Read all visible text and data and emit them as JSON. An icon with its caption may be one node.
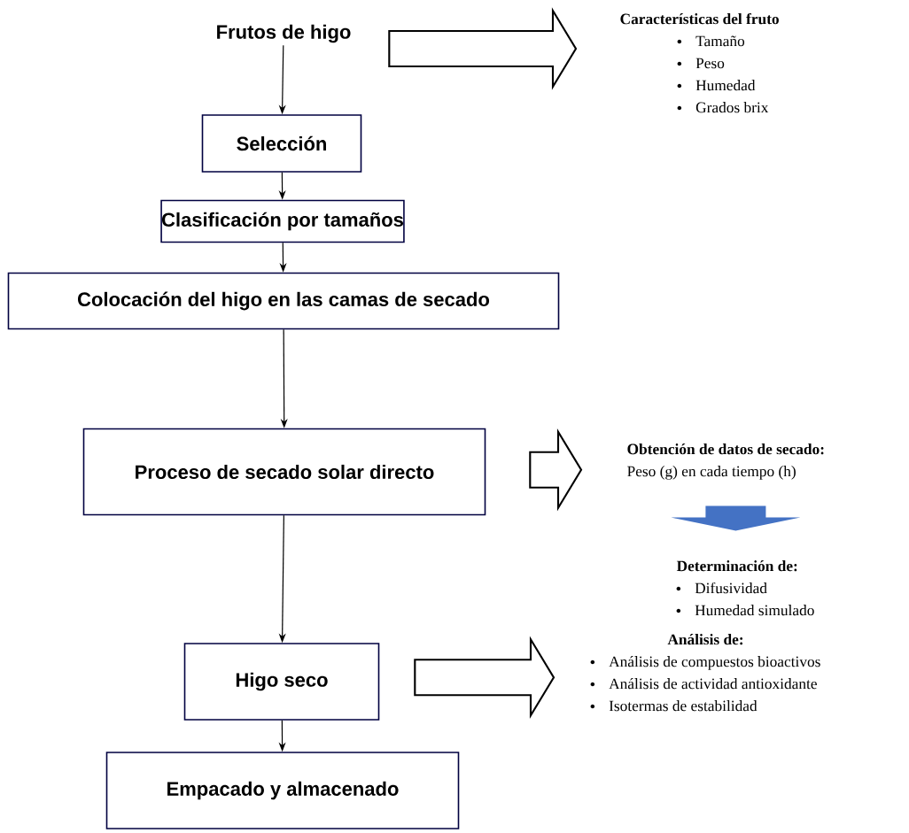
{
  "diagram": {
    "nodes": [
      {
        "text": [
          "Frutos de higo"
        ]
      },
      {
        "text": [
          "Selección"
        ]
      },
      {
        "text": [
          "Clasificación por tamaños"
        ]
      },
      {
        "text": [
          "Colocación del higo en las camas de secado"
        ]
      },
      {
        "text": [
          "Proceso de secado solar directo"
        ]
      },
      {
        "text": [
          "Higo seco"
        ]
      },
      {
        "text": [
          "Empacado y almacenado"
        ]
      },
      {
        "text": [
          "Características del fruto",
          "Tamaño",
          "Peso",
          "Humedad",
          "Grados brix"
        ]
      },
      {
        "text": [
          "Obtención de datos de secado:",
          "Peso (g) en cada tiempo (h)"
        ]
      },
      {
        "text": [
          "Determinación de:",
          "Difusividad",
          "Humedad simulado"
        ]
      },
      {
        "text": [
          "Análisis de:",
          "Análisis de compuestos bioactivos",
          "Análisis de actividad antioxidante",
          "Isotermas de estabilidad"
        ]
      }
    ],
    "edges": [
      {
        "from": 0,
        "to": 1,
        "arrow": "to"
      },
      {
        "from": 1,
        "to": 2,
        "arrow": "to"
      },
      {
        "from": 2,
        "to": 3,
        "arrow": "to"
      },
      {
        "from": 3,
        "to": 4,
        "arrow": "to"
      },
      {
        "from": 4,
        "to": 5,
        "arrow": "to"
      },
      {
        "from": 5,
        "to": 6,
        "arrow": "to"
      },
      {
        "from": 0,
        "to": 7,
        "arrow": "to"
      },
      {
        "from": 4,
        "to": 8,
        "arrow": "to"
      },
      {
        "from": 8,
        "to": 9,
        "arrow": "to",
        "color": "#4472c4"
      },
      {
        "from": 5,
        "to": 10,
        "arrow": "to"
      }
    ]
  }
}
